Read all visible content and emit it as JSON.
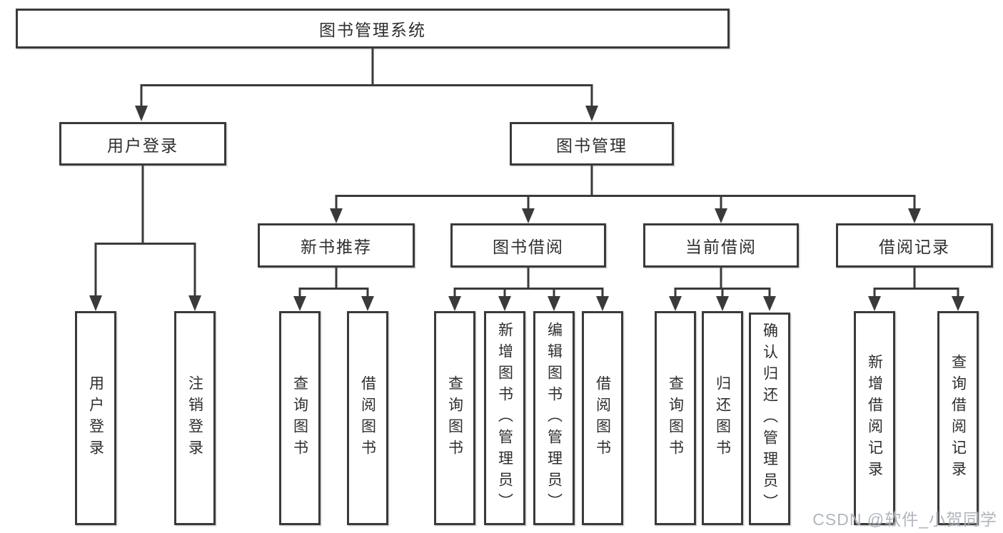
{
  "diagram": {
    "type": "hierarchy-tree",
    "colors": {
      "line": "#3a3a3a",
      "box_border": "#3a3a3a",
      "text": "#2e2e2e",
      "background": "#ffffff",
      "watermark": "#a9aeb6"
    }
  },
  "tree": {
    "label": "图书管理系统",
    "children": [
      {
        "label": "用户登录",
        "children": [
          {
            "label": "用户登录"
          },
          {
            "label": "注销登录"
          }
        ]
      },
      {
        "label": "图书管理",
        "children": [
          {
            "label": "新书推荐",
            "children": [
              {
                "label": "查询图书"
              },
              {
                "label": "借阅图书"
              }
            ]
          },
          {
            "label": "图书借阅",
            "children": [
              {
                "label": "查询图书"
              },
              {
                "label": "新增图书（管理员）"
              },
              {
                "label": "编辑图书（管理员）"
              },
              {
                "label": "借阅图书"
              }
            ]
          },
          {
            "label": "当前借阅",
            "children": [
              {
                "label": "查询图书"
              },
              {
                "label": "归还图书"
              },
              {
                "label": "确认归还（管理员）"
              }
            ]
          },
          {
            "label": "借阅记录",
            "children": [
              {
                "label": "新增借阅记录"
              },
              {
                "label": "查询借阅记录"
              }
            ]
          }
        ]
      }
    ]
  },
  "watermark": {
    "text": "CSDN @软件_小贺同学"
  }
}
